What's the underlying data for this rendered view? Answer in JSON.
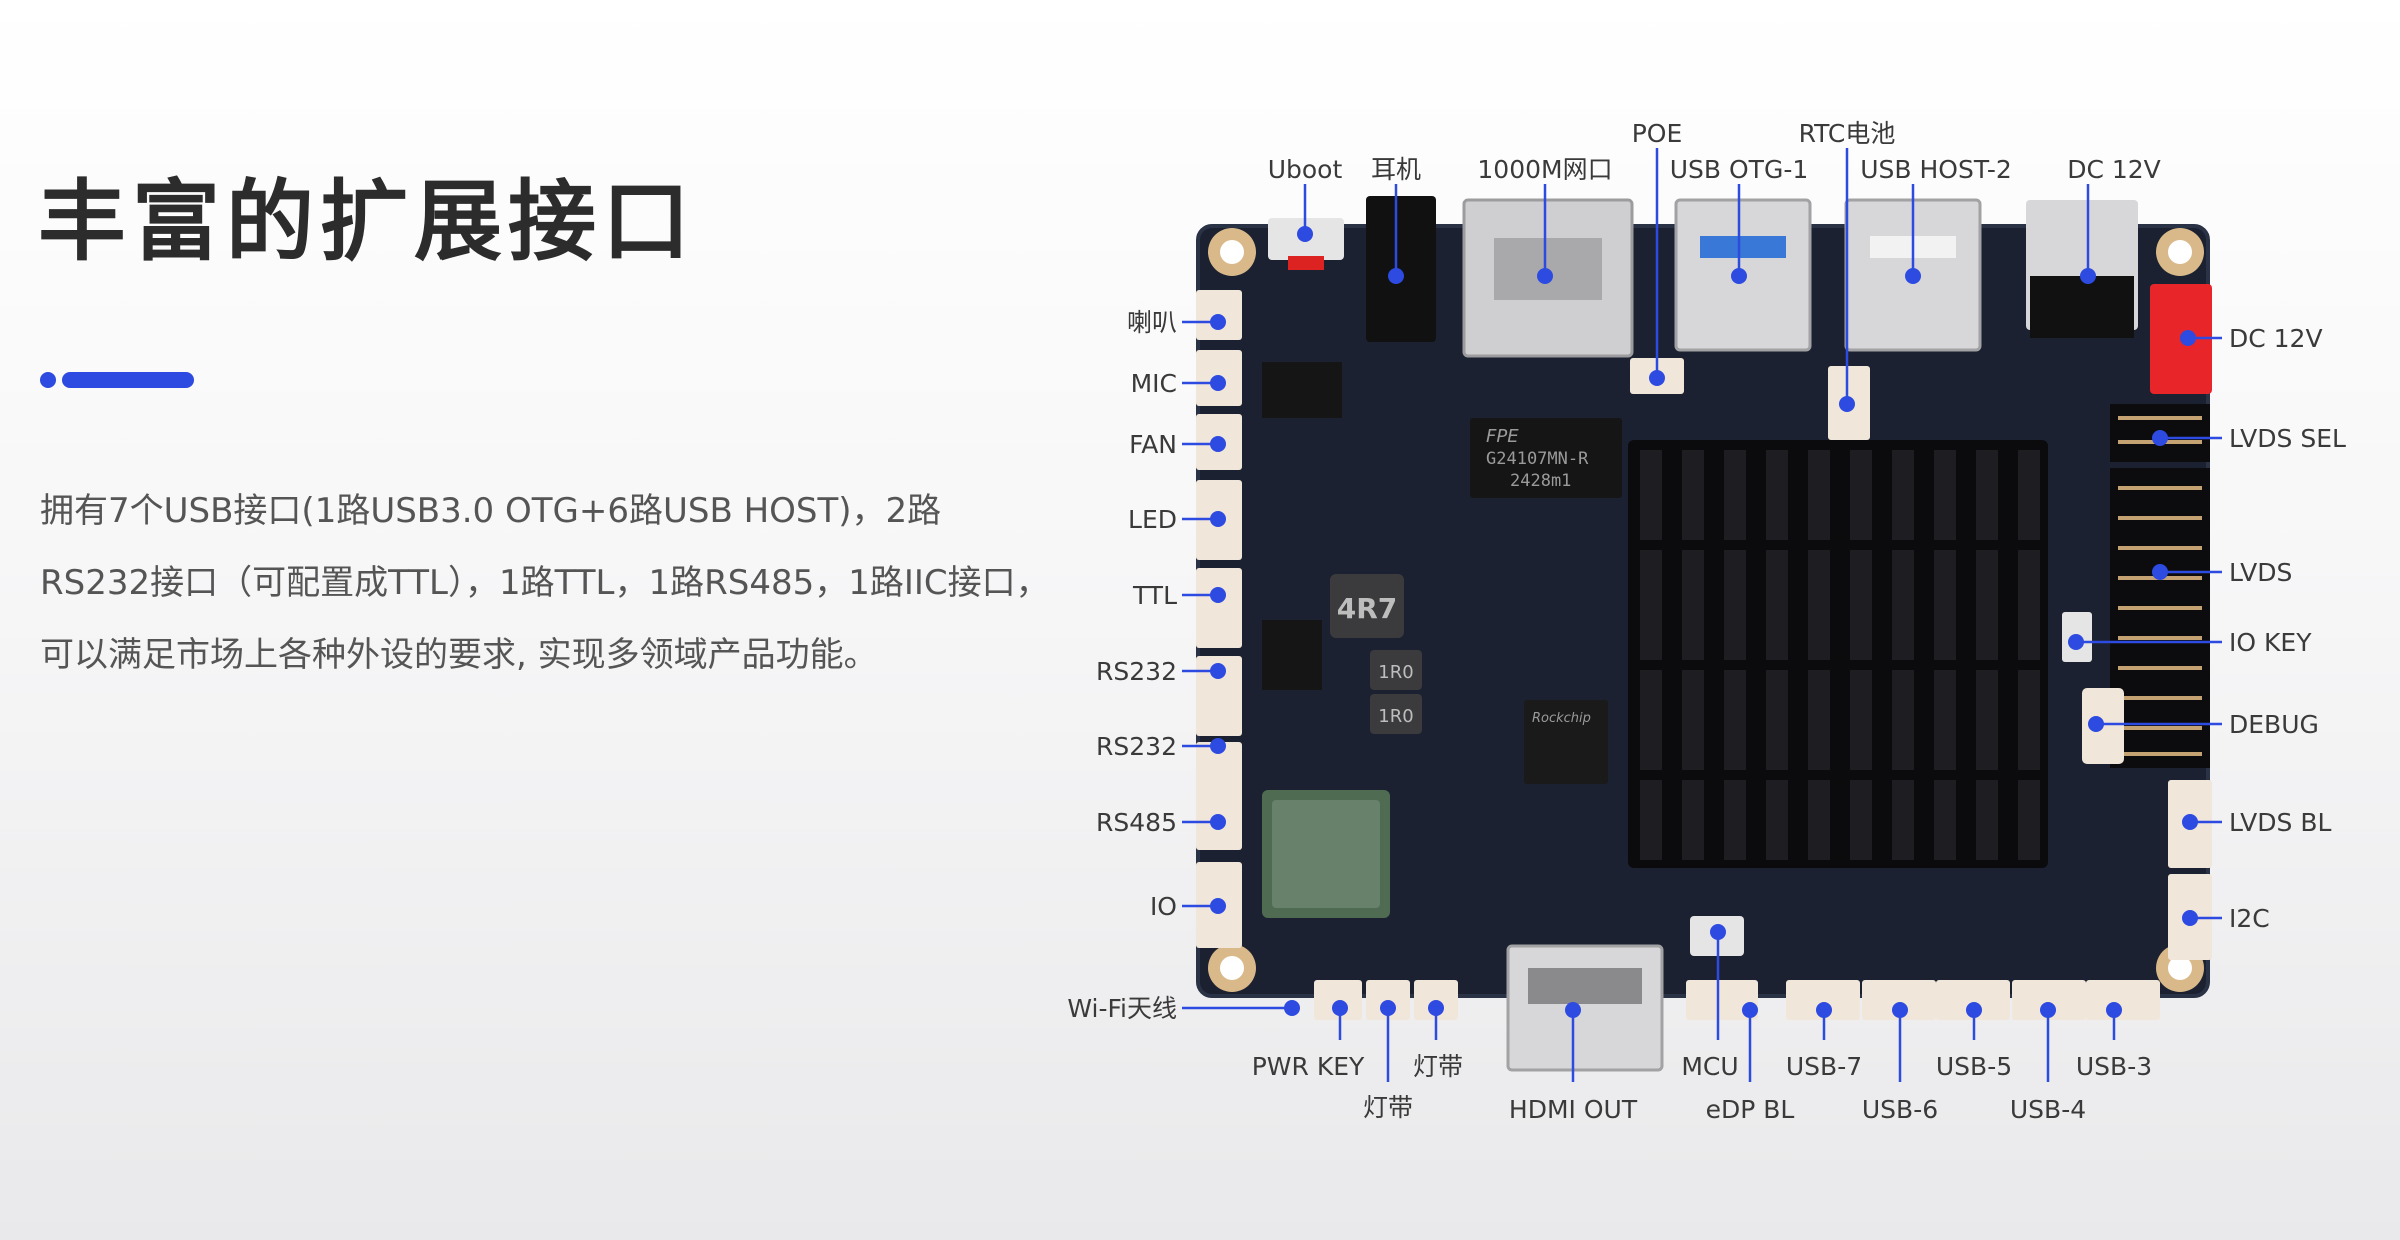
{
  "title": "丰富的扩展接口",
  "description": "拥有7个USB接口(1路USB3.0 OTG+6路USB HOST)，2路RS232接口（可配置成TTL），1路TTL，1路RS485，1路IIC接口，可以满足市场上各种外设的要求, 实现多领域产品功能。",
  "colors": {
    "accent": "#2d4be0",
    "pcb": "#1b2130",
    "heatsink": "#0b0b0d",
    "connector": "#f1e6da",
    "red_connector": "#e8262a"
  },
  "labels": {
    "uboot": "Uboot",
    "earphone": "耳机",
    "ethernet": "1000M网口",
    "poe": "POE",
    "usb_otg1": "USB OTG-1",
    "rtc": "RTC电池",
    "usb_host2": "USB HOST-2",
    "dc_top": "DC 12V",
    "dc_right": "DC 12V",
    "speaker": "喇叭",
    "mic": "MIC",
    "fan": "FAN",
    "led": "LED",
    "ttl": "TTL",
    "rs232_a": "RS232",
    "rs232_b": "RS232",
    "rs485": "RS485",
    "io": "IO",
    "wifi": "Wi-Fi天线",
    "lvds_sel": "LVDS SEL",
    "lvds": "LVDS",
    "io_key": "IO KEY",
    "debug": "DEBUG",
    "lvds_bl": "LVDS BL",
    "i2c": "I2C",
    "pwr_key": "PWR KEY",
    "lightstrip_a": "灯带",
    "lightstrip_b": "灯带",
    "hdmi_out": "HDMI OUT",
    "mcu": "MCU",
    "edp_bl": "eDP BL",
    "usb7": "USB-7",
    "usb6": "USB-6",
    "usb5": "USB-5",
    "usb4": "USB-4",
    "usb3": "USB-3"
  },
  "board_text": {
    "inductor": "4R7",
    "resistor_a": "1R0",
    "resistor_b": "1R0",
    "chip_brand": "FPE",
    "chip_part": "G24107MN-R",
    "chip_code": "2428m1",
    "soc_brand": "Rockchip"
  }
}
